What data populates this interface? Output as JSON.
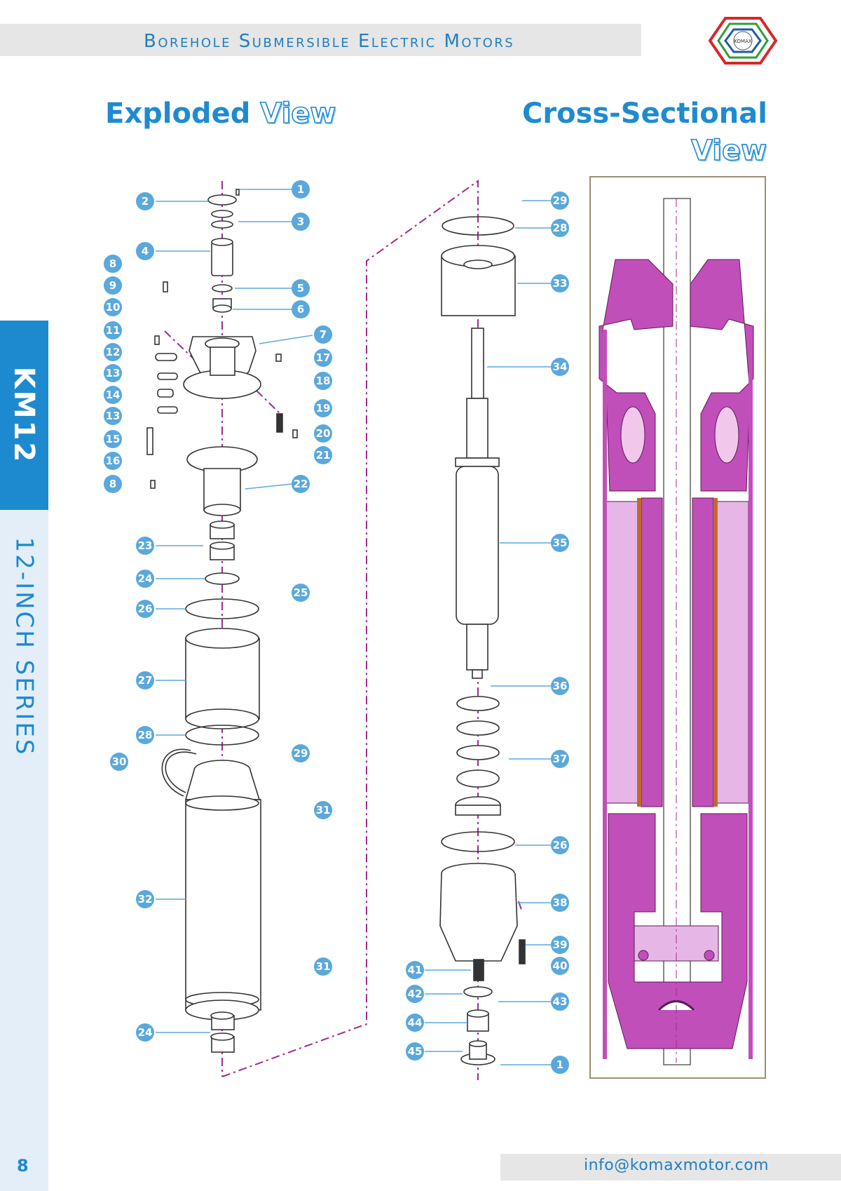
{
  "header": {
    "title": "Borehole Submersible Electric Motors",
    "logo_text": "KOMAX"
  },
  "sections": {
    "exploded_title_solid": "Exploded",
    "exploded_title_outline": "View",
    "cross_title_solid": "Cross-Sectional",
    "cross_title_outline": "View"
  },
  "sidebar": {
    "model": "KM12",
    "series": "12-INCH SERIES"
  },
  "footer": {
    "page_number": "8",
    "email": "info@komaxmotor.com"
  },
  "exploded_callouts": [
    "1",
    "2",
    "3",
    "4",
    "5",
    "6",
    "7",
    "8",
    "9",
    "10",
    "11",
    "12",
    "13",
    "14",
    "13",
    "15",
    "16",
    "8",
    "17",
    "18",
    "19",
    "20",
    "21",
    "22",
    "23",
    "24",
    "25",
    "26",
    "27",
    "28",
    "29",
    "30",
    "31",
    "32",
    "31",
    "24"
  ],
  "middle_callouts": [
    "29",
    "28",
    "33",
    "34",
    "35",
    "36",
    "37",
    "26",
    "38",
    "39",
    "40",
    "41",
    "42",
    "43",
    "44",
    "45",
    "1"
  ],
  "colors": {
    "brand_blue": "#1d8ad0",
    "callout_blue": "#5aa8dc",
    "section_magenta": "#c14fb9",
    "section_pink": "#f2c7ec",
    "dash_magenta": "#a3298f"
  }
}
